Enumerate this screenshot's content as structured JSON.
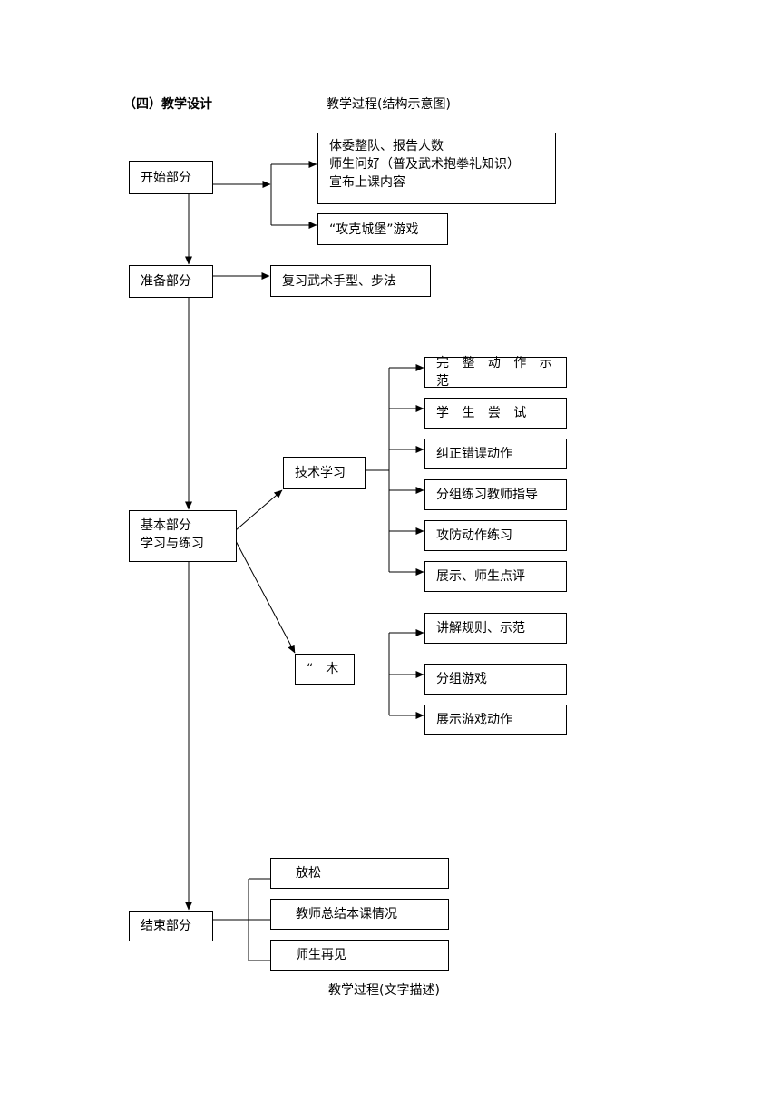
{
  "heading": "（四）教学设计",
  "subtitle": "教学过程(结构示意图)",
  "caption": "教学过程(文字描述)",
  "nodes": {
    "start": "开始部分",
    "start_details": [
      "体委整队、报告人数",
      "师生问好（普及武术抱拳礼知识）",
      "宣布上课内容"
    ],
    "game_castle": "“攻克城堡”游戏",
    "prep": "准备部分",
    "prep_review": "复习武术手型、步法",
    "basic": [
      "基本部分",
      "学习与练习"
    ],
    "tech": "技术学习",
    "tech_steps": [
      "完 整 动 作 示 范",
      "学 生 尝 试",
      "纠正错误动作",
      "分组练习教师指导",
      "攻防动作练习",
      "展示、师生点评"
    ],
    "game_wood": "“　木",
    "game_steps": [
      "讲解规则、示范",
      "分组游戏",
      "展示游戏动作"
    ],
    "end": "结束部分",
    "end_steps": [
      "放松",
      "教师总结本课情况",
      "师生再见"
    ]
  }
}
